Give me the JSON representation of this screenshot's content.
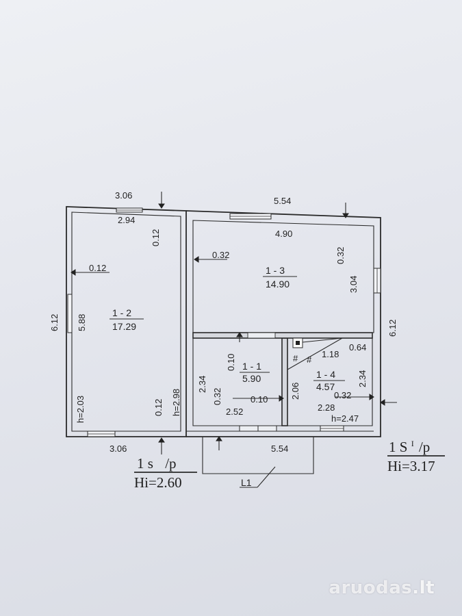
{
  "rooms": [
    {
      "id": "1 - 2",
      "area": "17.29"
    },
    {
      "id": "1 - 3",
      "area": "14.90"
    },
    {
      "id": "1 - 1",
      "area": "5.90"
    },
    {
      "id": "1 - 4",
      "area": "4.57"
    }
  ],
  "dimensions": {
    "top_left_outer": "3.06",
    "top_left_inner": "2.94",
    "top_right_outer": "5.54",
    "top_right_inner": "4.90",
    "left_outer": "6.12",
    "left_inner": "5.88",
    "right_outer": "6.12",
    "bottom_left": "3.06",
    "bottom_right": "5.54",
    "wall_012_a": "0.12",
    "wall_012_b": "0.12",
    "wall_012_c": "0.12",
    "wall_032_a": "0.32",
    "wall_032_b": "0.32",
    "wall_032_c": "0.32",
    "wall_032_d": "0.32",
    "wall_010_a": "0.10",
    "wall_010_b": "0.10",
    "r13_height": "3.04",
    "r11_height": "2.34",
    "r11_width": "2.52",
    "r14_stair": "1.18",
    "r14_064": "0.64",
    "r14_height": "2.34",
    "r14_206": "2.06",
    "r14_width": "2.28",
    "h_left": "h=2.03",
    "h_right_left": "h=2.98",
    "h_room14": "h=2.47"
  },
  "labels": {
    "floor_left_line1": "1 s",
    "floor_left_line1_suffix": "/p",
    "floor_left_line2": "Hi=2.60",
    "floor_right_line1": "1 S",
    "floor_right_sup": "I",
    "floor_right_line1_suffix": "/p",
    "floor_right_line2": "Hi=3.17",
    "porch": "L1"
  },
  "watermark": {
    "text": "aruodas",
    "suffix": ".lt"
  }
}
